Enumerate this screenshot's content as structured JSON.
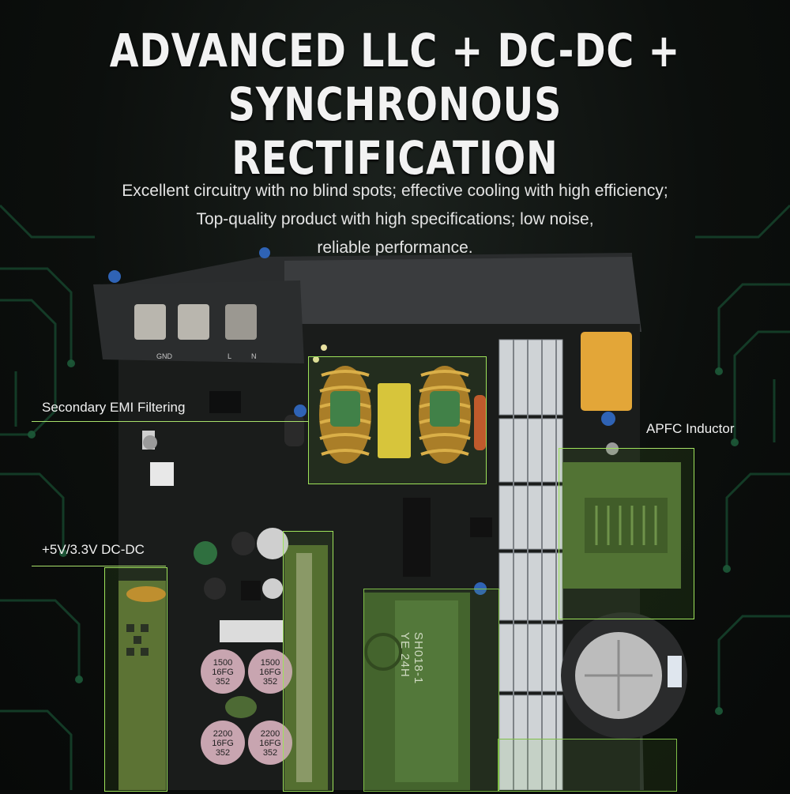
{
  "headline": {
    "line1": "ADVANCED LLC + DC-DC +",
    "line2": "SYNCHRONOUS RECTIFICATION"
  },
  "subtitle": {
    "line1": "Excellent circuitry with no blind spots; effective cooling with high efficiency;",
    "line2": "Top-quality product with high specifications; low noise,",
    "line3": "reliable performance."
  },
  "callouts": {
    "emi": "Secondary EMI Filtering",
    "apfc": "APFC Inductor",
    "dcdc": "+5V/3.3V DC-DC"
  },
  "silkscreen": {
    "gnd": "GND",
    "l": "L",
    "n": "N"
  },
  "capacitors": {
    "cap1": "1500\n16FG\n352",
    "cap2": "1500\n16FG\n352",
    "cap3": "2200\n16FG\n352",
    "cap4": "2200\n16FG\n352"
  },
  "transformer_text": {
    "line1": "SH018-1",
    "line2": "YE  24H"
  },
  "colors": {
    "highlight": "#9ee35a",
    "background": "#0a0c0b",
    "pcb": "#1c1e1d",
    "heatsink": "#cfd3d6",
    "inductor_copper": "#c8892e",
    "emi_capacitor": "#e6c23a"
  }
}
